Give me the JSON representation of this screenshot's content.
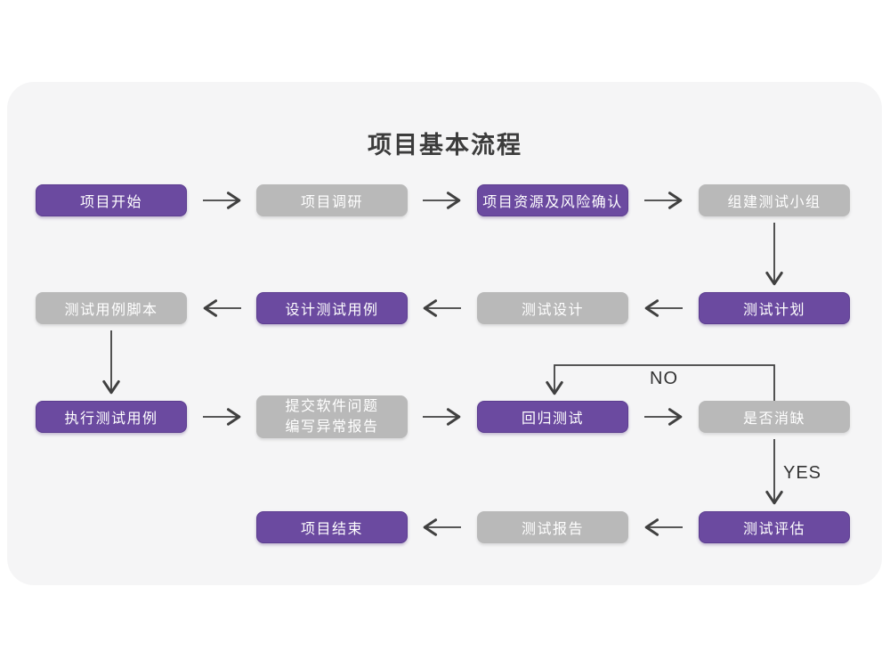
{
  "title": "项目基本流程",
  "colors": {
    "page_background": "#ffffff",
    "card_background": "#f5f5f6",
    "node_purple": "#6b4aa0",
    "node_purple_border": "#5c3d90",
    "node_gray": "#b9b9b9",
    "node_text": "#ffffff",
    "arrow": "#404040",
    "title_text": "#3c3c3c"
  },
  "nodes": [
    {
      "id": "project-start",
      "label": "项目开始",
      "type": "purple"
    },
    {
      "id": "project-research",
      "label": "项目调研",
      "type": "gray"
    },
    {
      "id": "resource-risk",
      "label": "项目资源及风险确认",
      "type": "purple"
    },
    {
      "id": "build-test-team",
      "label": "组建测试小组",
      "type": "gray"
    },
    {
      "id": "test-plan",
      "label": "测试计划",
      "type": "purple"
    },
    {
      "id": "test-design",
      "label": "测试设计",
      "type": "gray"
    },
    {
      "id": "design-test-cases",
      "label": "设计测试用例",
      "type": "purple"
    },
    {
      "id": "test-case-script",
      "label": "测试用例脚本",
      "type": "gray"
    },
    {
      "id": "run-test-cases",
      "label": "执行测试用例",
      "type": "purple"
    },
    {
      "id": "submit-issue-report",
      "label": "提交软件问题\n编写异常报告",
      "type": "gray"
    },
    {
      "id": "regression-test",
      "label": "回归测试",
      "type": "purple"
    },
    {
      "id": "defect-cleared",
      "label": "是否消缺",
      "type": "gray"
    },
    {
      "id": "test-evaluation",
      "label": "测试评估",
      "type": "purple"
    },
    {
      "id": "test-report",
      "label": "测试报告",
      "type": "gray"
    },
    {
      "id": "project-end",
      "label": "项目结束",
      "type": "purple"
    }
  ],
  "edge_labels": {
    "no": "NO",
    "yes": "YES"
  },
  "edges": [
    {
      "from": "project-start",
      "to": "project-research"
    },
    {
      "from": "project-research",
      "to": "resource-risk"
    },
    {
      "from": "resource-risk",
      "to": "build-test-team"
    },
    {
      "from": "build-test-team",
      "to": "test-plan"
    },
    {
      "from": "test-plan",
      "to": "test-design"
    },
    {
      "from": "test-design",
      "to": "design-test-cases"
    },
    {
      "from": "design-test-cases",
      "to": "test-case-script"
    },
    {
      "from": "test-case-script",
      "to": "run-test-cases"
    },
    {
      "from": "run-test-cases",
      "to": "submit-issue-report"
    },
    {
      "from": "submit-issue-report",
      "to": "regression-test"
    },
    {
      "from": "regression-test",
      "to": "defect-cleared"
    },
    {
      "from": "defect-cleared",
      "to": "regression-test",
      "label": "NO"
    },
    {
      "from": "defect-cleared",
      "to": "test-evaluation",
      "label": "YES"
    },
    {
      "from": "test-evaluation",
      "to": "test-report"
    },
    {
      "from": "test-report",
      "to": "project-end"
    }
  ]
}
